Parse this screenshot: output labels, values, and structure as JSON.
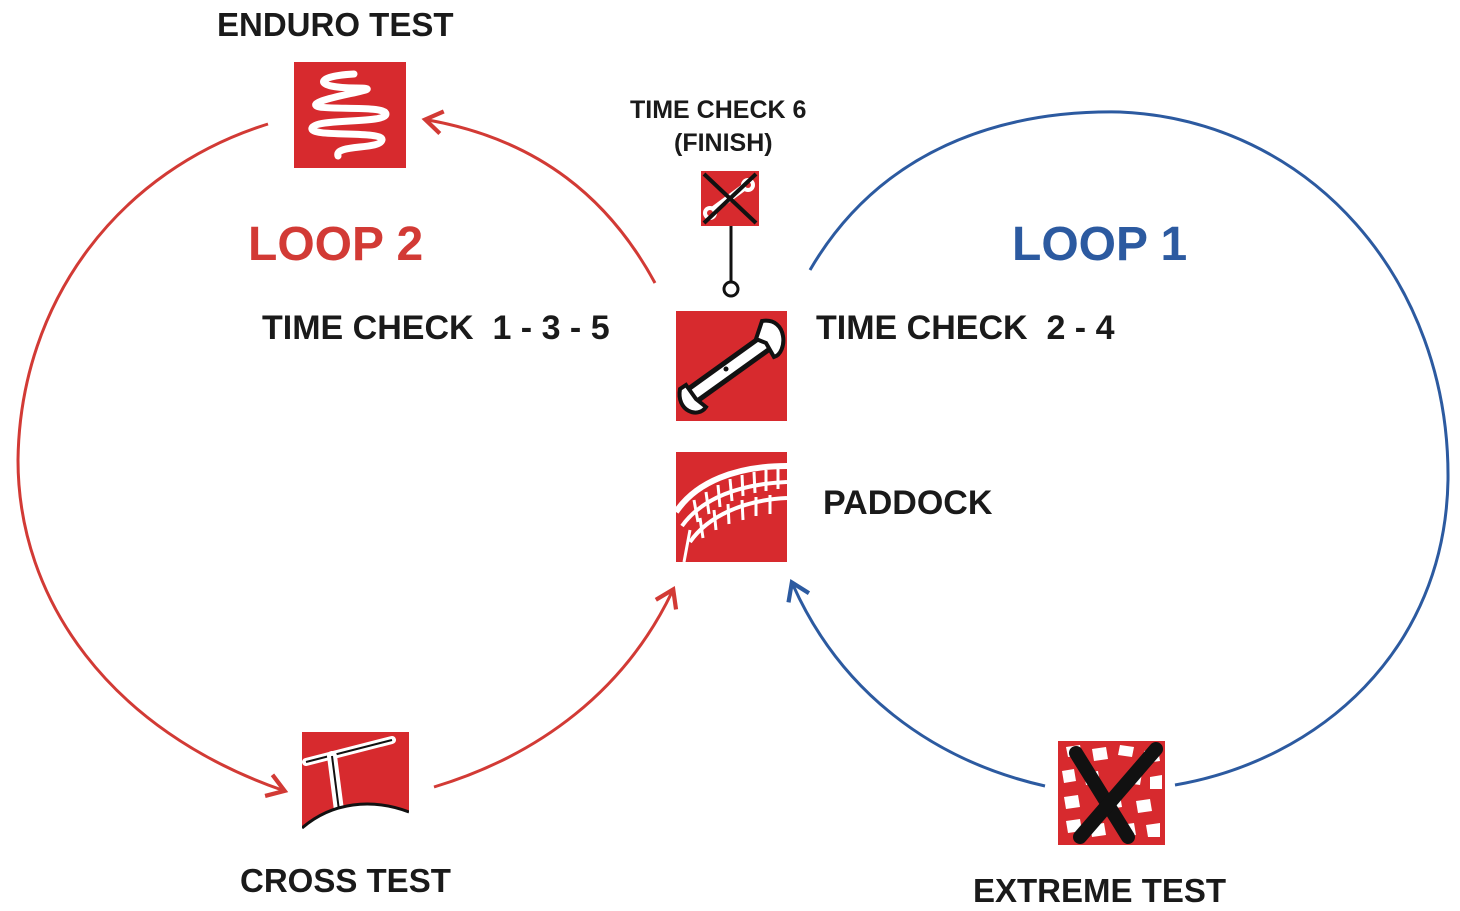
{
  "diagram": {
    "loops": {
      "loop2": {
        "label": "LOOP 2",
        "color": "#d23a35"
      },
      "loop1": {
        "label": "LOOP 1",
        "color": "#2c5aa0"
      }
    },
    "stations": {
      "enduro_test": {
        "label": "ENDURO TEST",
        "icon": "enduro-squiggle-icon"
      },
      "cross_test": {
        "label": "CROSS TEST",
        "icon": "cross-test-icon"
      },
      "extreme_test": {
        "label": "EXTREME TEST",
        "icon": "extreme-test-icon"
      },
      "paddock": {
        "label": "PADDOCK",
        "icon": "paddock-icon"
      },
      "time_check_main": {
        "icon": "wrench-icon"
      },
      "time_check_finish": {
        "label_line1": "TIME CHECK 6",
        "label_line2": "(FINISH)",
        "icon": "wrench-crossed-icon"
      }
    },
    "time_check_left": "TIME CHECK  1 - 3 - 5",
    "time_check_right": "TIME CHECK  2 - 4",
    "icon_color": "#d72a2e"
  }
}
